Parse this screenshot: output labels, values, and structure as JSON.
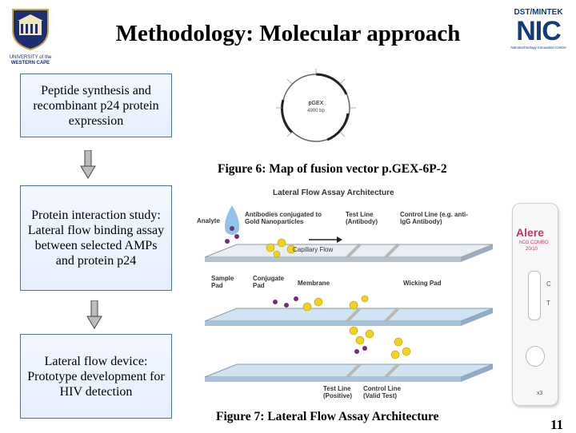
{
  "logos": {
    "uwc_text_line1": "UNIVERSITY of the",
    "uwc_text_line2": "WESTERN CAPE",
    "nic_top": "DST/MINTEK",
    "nic_main": "NIC",
    "nic_sub": "Nanotechnology Innovation Centre"
  },
  "slide": {
    "title": "Methodology: Molecular approach",
    "page_number": "11"
  },
  "steps": [
    {
      "text": "Peptide synthesis and recombinant p24 protein expression"
    },
    {
      "text": "Protein interaction study: Lateral flow binding assay between selected AMPs and protein p24"
    },
    {
      "text": "Lateral flow device: Prototype development for HIV detection"
    }
  ],
  "figure6": {
    "caption": "Figure 6: Map of fusion vector p.GEX-6P-2",
    "plasmid_label": "pGEX",
    "plasmid_size": "4900 bp"
  },
  "figure7": {
    "caption": "Figure 7:  Lateral Flow Assay Architecture",
    "diagram_title": "Lateral Flow Assay Architecture",
    "labels": {
      "analyte": "Analyte",
      "antibodies": "Antibodies conjugated to Gold Nanoparticles",
      "test_line_top": "Test Line (Antibody)",
      "control_line_top": "Control Line (e.g. anti-lgG Antibody)",
      "capillary": "Capillary Flow",
      "sample_pad": "Sample Pad",
      "conjugate_pad": "Conjugate Pad",
      "membrane": "Membrane",
      "wicking_pad": "Wicking Pad",
      "test_line_bottom": "Test Line (Positive)",
      "control_line_bottom": "Control Line (Valid Test)"
    },
    "device": {
      "brand": "Alere",
      "product_line1": "hCG COMBO",
      "product_line2": "20/10",
      "c_label": "C",
      "t_label": "T",
      "count": "x3"
    }
  },
  "colors": {
    "box_border": "#4f6fa8",
    "nic_blue": "#123a7a",
    "uwc_blue": "#1d2f6f",
    "alere_pink": "#c8336b",
    "gold": "#f1d21c",
    "analyte": "#7a2b78"
  }
}
